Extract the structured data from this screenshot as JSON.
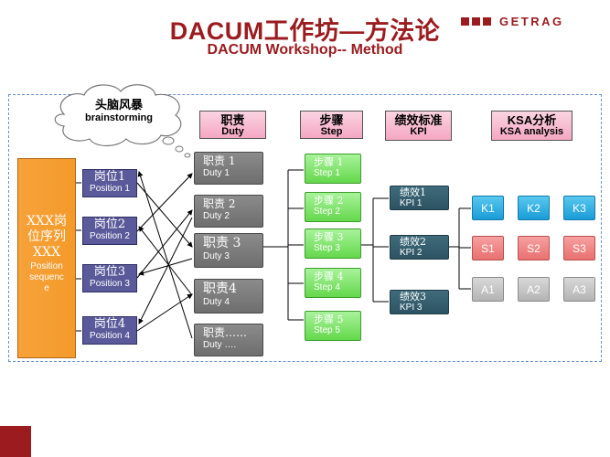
{
  "header": {
    "title_cn": "DACUM工作坊—方法论",
    "title_en": "DACUM Workshop-- Method",
    "logo_text": "GETRAG",
    "brand_color": "#9b1b1f"
  },
  "cloud": {
    "cn": "头脑风暴",
    "en": "brainstorming"
  },
  "columns": {
    "duty": {
      "cn": "职责",
      "en": "Duty"
    },
    "step": {
      "cn": "步骤",
      "en": "Step"
    },
    "kpi": {
      "cn": "绩效标准",
      "en": "KPI"
    },
    "ksa": {
      "cn": "KSA分析",
      "en": "KSA analysis"
    }
  },
  "sequence": {
    "line1": "XXX岗",
    "line2": "位序列",
    "line3": "XXX",
    "line4": "Position",
    "line5": "sequenc",
    "line6": "e"
  },
  "positions": [
    {
      "cn": "岗位1",
      "en": "Position 1"
    },
    {
      "cn": "岗位2",
      "en": "Position 2"
    },
    {
      "cn": "岗位3",
      "en": "Position 3"
    },
    {
      "cn": "岗位4",
      "en": "Position 4"
    }
  ],
  "duties": [
    {
      "cn": "职责 1",
      "en": "Duty  1"
    },
    {
      "cn": "职责 2",
      "en": "Duty 2"
    },
    {
      "cn": "职责 3",
      "en": "Duty 3"
    },
    {
      "cn": "职责4",
      "en": "Duty 4"
    },
    {
      "cn": "职责……",
      "en": "Duty …."
    }
  ],
  "steps": [
    {
      "cn": "步骤 1",
      "en": "Step 1"
    },
    {
      "cn": "步骤 2",
      "en": "Step 2"
    },
    {
      "cn": "步骤 3",
      "en": "Step 3"
    },
    {
      "cn": "步骤 4",
      "en": "Step 4"
    },
    {
      "cn": "步骤 5",
      "en": "Step 5"
    }
  ],
  "kpis": [
    {
      "cn": "绩效1",
      "en": "KPI 1"
    },
    {
      "cn": "绩效2",
      "en": "KPI 2"
    },
    {
      "cn": "绩效3",
      "en": "KPI 3"
    }
  ],
  "ksa": {
    "k": [
      "K1",
      "K2",
      "K3"
    ],
    "s": [
      "S1",
      "S2",
      "S3"
    ],
    "a": [
      "A1",
      "A2",
      "A3"
    ]
  }
}
